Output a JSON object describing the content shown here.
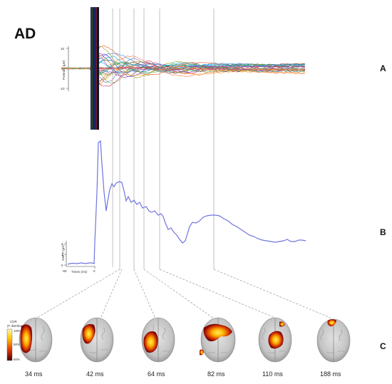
{
  "figure": {
    "condition_label": "AD",
    "panel_labels": [
      "A",
      "B",
      "C"
    ]
  },
  "butterfly_plot": {
    "ylabel": "Potential (µV)",
    "y_ticks": [
      "10",
      "0",
      "-10"
    ]
  },
  "gmfp_plot": {
    "ylabel": "GMFP (µV)",
    "y_ticks": [
      "2",
      "1",
      "0"
    ],
    "xlabel": "Times (ms)",
    "x_ticks": [
      "-50",
      "0"
    ]
  },
  "colorbar": {
    "title": "CDR",
    "subtitle": "(F distributed)",
    "max_label": "100%",
    "mid_label": "50%",
    "min_label": "60%"
  },
  "brain_maps": [
    {
      "latency": "34 ms"
    },
    {
      "latency": "42 ms"
    },
    {
      "latency": "64 ms"
    },
    {
      "latency": "82 ms"
    },
    {
      "latency": "110 ms"
    },
    {
      "latency": "188 ms"
    }
  ],
  "colors": {
    "gmfp_line": "#6f74e0",
    "marker_line": "#9a9a9a",
    "activation_hot": "#ffd000",
    "activation_mid": "#e85a00",
    "activation_dark": "#7a0000"
  }
}
